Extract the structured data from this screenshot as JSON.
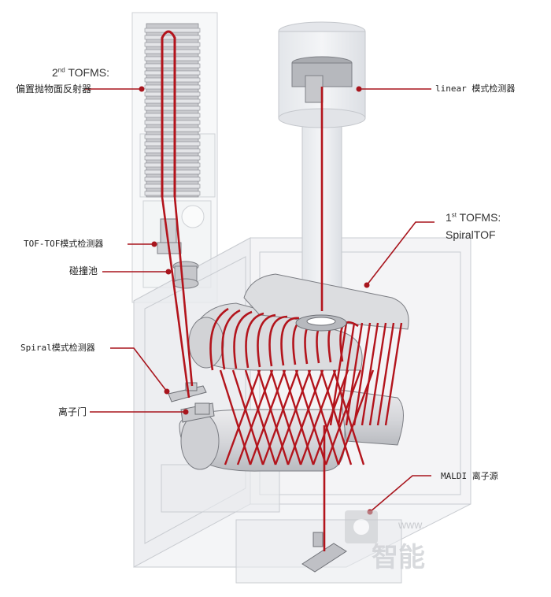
{
  "labels": {
    "second_tofms_prefix": "2",
    "second_tofms_sup": "nd",
    "second_tofms_suffix": " TOFMS:",
    "reflector": "偏置抛物面反射器",
    "tof_tof_detector": "TOF-TOF模式检测器",
    "collision_cell": "碰撞池",
    "spiral_detector": "Spiral模式检测器",
    "ion_gate": "离子门",
    "linear_detector": "linear 模式检测器",
    "first_tofms_prefix": "1",
    "first_tofms_sup": "st",
    "first_tofms_suffix": " TOFMS:",
    "spiraltof": "SpiralTOF",
    "maldi_source": "MALDI 离子源"
  },
  "watermark": {
    "text": "智能",
    "sub": "www.",
    "brand_icon": "chip-logo-icon"
  },
  "colors": {
    "ion_path": "#b3141c",
    "leader_line": "#a8151d",
    "housing_stroke": "#c9ccd1",
    "housing_fill": "#eef0f3",
    "electrode": "#d9dadd",
    "label_text": "#222222"
  }
}
